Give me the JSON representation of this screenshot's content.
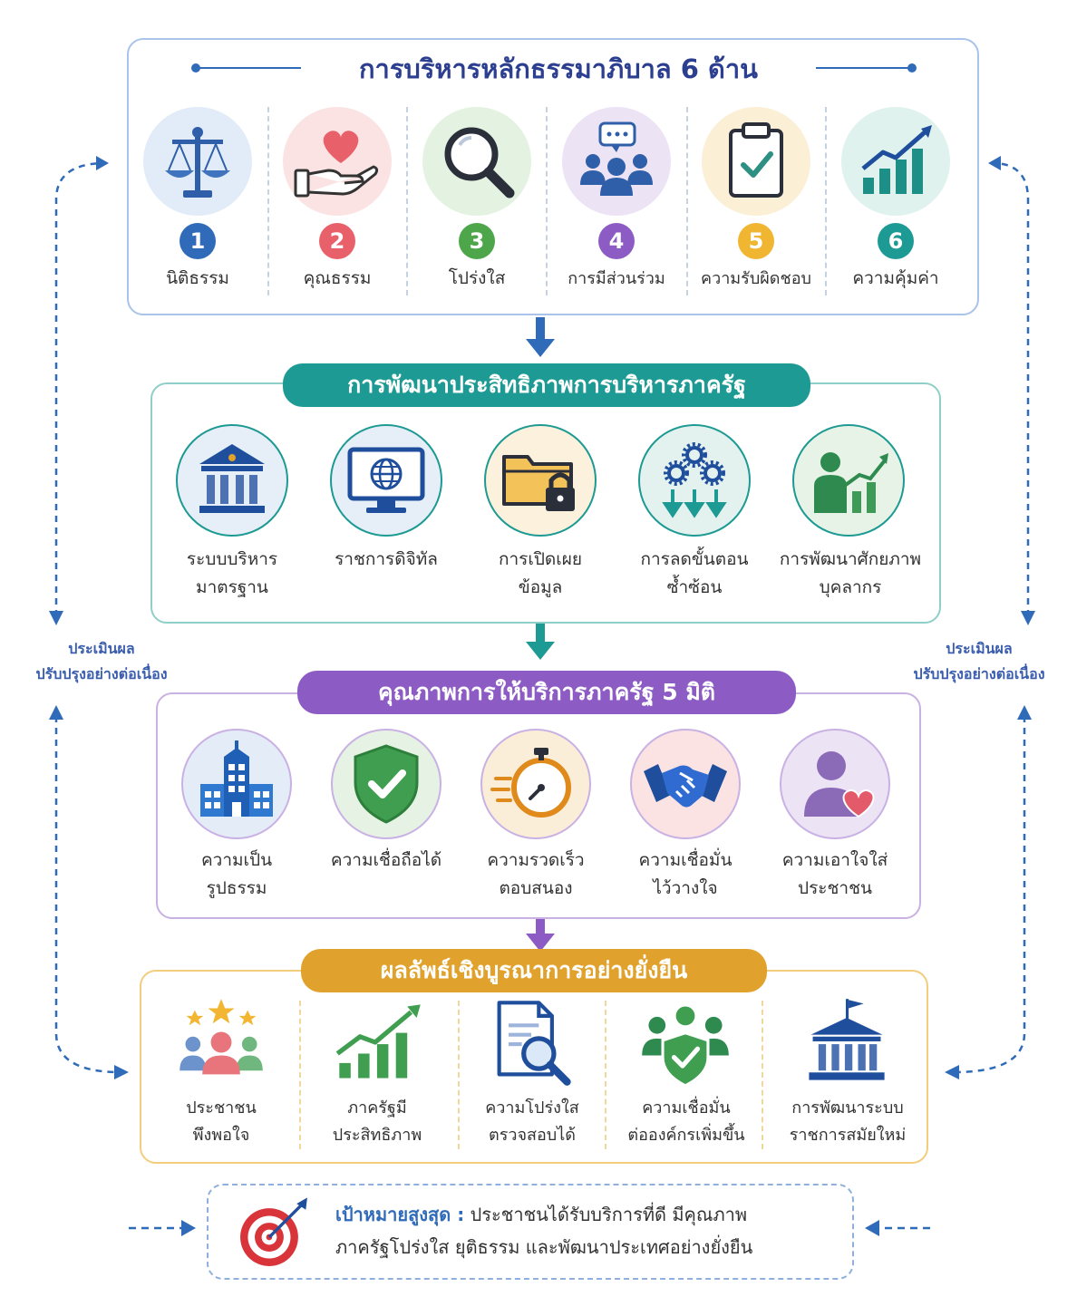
{
  "colors": {
    "navy": "#2c3e8f",
    "blue": "#2f6bb8",
    "teal": "#1d9a93",
    "purple": "#8c5cc4",
    "gold": "#e0a22c",
    "red": "#d8343a"
  },
  "section1": {
    "title": "การบริหารหลักธรรมาภิบาล 6 ด้าน",
    "items": [
      {
        "num": "1",
        "label": "นิติธรรม",
        "icon": "scales-icon"
      },
      {
        "num": "2",
        "label": "คุณธรรม",
        "icon": "heart-hand-icon"
      },
      {
        "num": "3",
        "label": "โปร่งใส",
        "icon": "magnifier-icon"
      },
      {
        "num": "4",
        "label": "การมีส่วนร่วม",
        "icon": "group-chat-icon"
      },
      {
        "num": "5",
        "label": "ความรับผิดชอบ",
        "icon": "clipboard-check-icon"
      },
      {
        "num": "6",
        "label": "ความคุ้มค่า",
        "icon": "growth-chart-icon"
      }
    ]
  },
  "section2": {
    "title": "การพัฒนาประสิทธิภาพการบริหารภาครัฐ",
    "items": [
      {
        "line1": "ระบบบริหาร",
        "line2": "มาตรฐาน",
        "icon": "government-building-icon"
      },
      {
        "line1": "ราชการดิจิทัล",
        "line2": "",
        "icon": "monitor-globe-icon"
      },
      {
        "line1": "การเปิดเผย",
        "line2": "ข้อมูล",
        "icon": "folder-lock-icon"
      },
      {
        "line1": "การลดขั้นตอน",
        "line2": "ซ้ำซ้อน",
        "icon": "gears-arrows-icon"
      },
      {
        "line1": "การพัฒนาศักยภาพ",
        "line2": "บุคลากร",
        "icon": "person-growth-icon"
      }
    ]
  },
  "section3": {
    "title": "คุณภาพการให้บริการภาครัฐ 5 มิติ",
    "items": [
      {
        "line1": "ความเป็น",
        "line2": "รูปธรรม",
        "icon": "office-building-icon"
      },
      {
        "line1": "ความเชื่อถือได้",
        "line2": "",
        "icon": "shield-check-icon"
      },
      {
        "line1": "ความรวดเร็ว",
        "line2": "ตอบสนอง",
        "icon": "stopwatch-icon"
      },
      {
        "line1": "ความเชื่อมั่น",
        "line2": "ไว้วางใจ",
        "icon": "handshake-icon"
      },
      {
        "line1": "ความเอาใจใส่",
        "line2": "ประชาชน",
        "icon": "person-heart-icon"
      }
    ]
  },
  "section4": {
    "title": "ผลลัพธ์เชิงบูรณาการอย่างยั่งยืน",
    "items": [
      {
        "line1": "ประชาชน",
        "line2": "พึงพอใจ",
        "icon": "people-stars-icon"
      },
      {
        "line1": "ภาครัฐมี",
        "line2": "ประสิทธิภาพ",
        "icon": "bar-growth-icon"
      },
      {
        "line1": "ความโปร่งใส",
        "line2": "ตรวจสอบได้",
        "icon": "document-search-icon"
      },
      {
        "line1": "ความเชื่อมั่น",
        "line2": "ต่อองค์กรเพิ่มขึ้น",
        "icon": "people-shield-icon"
      },
      {
        "line1": "การพัฒนาระบบ",
        "line2": "ราชการสมัยใหม่",
        "icon": "flag-building-icon"
      }
    ]
  },
  "side": {
    "line1": "ประเมินผล",
    "line2": "ปรับปรุงอย่างต่อเนื่อง"
  },
  "goal": {
    "label": "เป้าหมายสูงสุด :",
    "text1": "ประชาชนได้รับบริการที่ดี มีคุณภาพ",
    "text2": "ภาครัฐโปร่งใส ยุติธรรม และพัฒนาประเทศอย่างยั่งยืน",
    "icon": "target-icon"
  }
}
